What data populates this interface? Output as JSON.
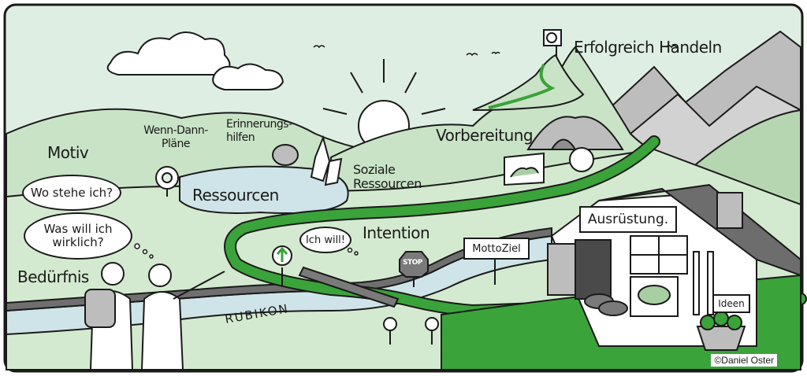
{
  "labels": {
    "motiv": "Motiv",
    "wo_stehe_ich": "Wo stehe ich?",
    "was_will_ich": "Was will ich wirklich?",
    "beduerfnis": "Bedürfnis",
    "wenn_dann": "Wenn-Dann-Pläne",
    "erinnerungshilfen": "Erinnerungs-hilfen",
    "ressourcen": "Ressourcen",
    "soziale_ressourcen": "Soziale Ressourcen",
    "vorbereitung": "Vorbereitung",
    "erfolgreich_handeln": "Erfolgreich Handeln",
    "ich_will": "Ich will!",
    "intention": "Intention",
    "stop": "STOP",
    "mottoziel": "MottoZiel",
    "ausruestung": "Ausrüstung.",
    "ideen": "Ideen",
    "rubikon": "RUBIKON",
    "copyright": "©Daniel Oster"
  },
  "colors": {
    "sky": "#dfeee2",
    "hills": "#c9e3c6",
    "hills_dark": "#b6d6b2",
    "path": "#3aa33a",
    "river": "#cfe4e8",
    "mountain": "#bdbdbd",
    "rubikon_wall": "#6f6f6f",
    "house_roof": "#6d6d6d"
  },
  "icons": [
    "sun-icon",
    "cloud-icon",
    "flag-icon",
    "tent-icon",
    "lifebuoy-icon",
    "brain-icon",
    "compass-icon",
    "map-icon",
    "arrow-up-sign-icon",
    "stop-sign-icon",
    "backpack-icon",
    "shoes-icon",
    "basket-icon",
    "skis-icon",
    "flower-icon"
  ]
}
